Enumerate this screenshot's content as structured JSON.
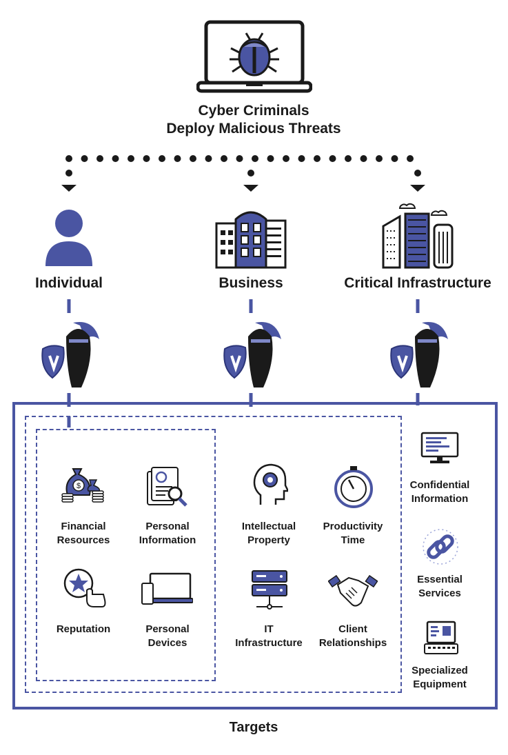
{
  "header": {
    "line1": "Cyber Criminals",
    "line2": "Deploy Malicious Threats",
    "icon": "laptop-bug-icon"
  },
  "categories": [
    {
      "label": "Individual",
      "icon": "person-icon"
    },
    {
      "label": "Business",
      "icon": "office-building-icon"
    },
    {
      "label": "Critical Infrastructure",
      "icon": "city-skyline-icon"
    }
  ],
  "targets": {
    "title": "Targets",
    "individual": [
      {
        "line1": "Financial",
        "line2": "Resources",
        "icon": "money-bags-icon"
      },
      {
        "line1": "Personal",
        "line2": "Information",
        "icon": "profile-document-icon"
      },
      {
        "line1": "Reputation",
        "line2": "",
        "icon": "star-click-icon"
      },
      {
        "line1": "Personal",
        "line2": "Devices",
        "icon": "laptop-phone-icon"
      }
    ],
    "business": [
      {
        "line1": "Intellectual",
        "line2": "Property",
        "icon": "brain-gear-icon"
      },
      {
        "line1": "Productivity",
        "line2": "Time",
        "icon": "stopwatch-icon"
      },
      {
        "line1": "IT",
        "line2": "Infrastructure",
        "icon": "server-icon"
      },
      {
        "line1": "Client",
        "line2": "Relationships",
        "icon": "handshake-icon"
      }
    ],
    "critical": [
      {
        "line1": "Confidential",
        "line2": "Information",
        "icon": "monitor-icon"
      },
      {
        "line1": "Essential",
        "line2": "Services",
        "icon": "chain-link-icon"
      },
      {
        "line1": "Specialized",
        "line2": "Equipment",
        "icon": "control-panel-icon"
      }
    ]
  },
  "colors": {
    "accent": "#4a55a2",
    "dark": "#1a1a1a",
    "light_accent": "#9aa3d8"
  }
}
